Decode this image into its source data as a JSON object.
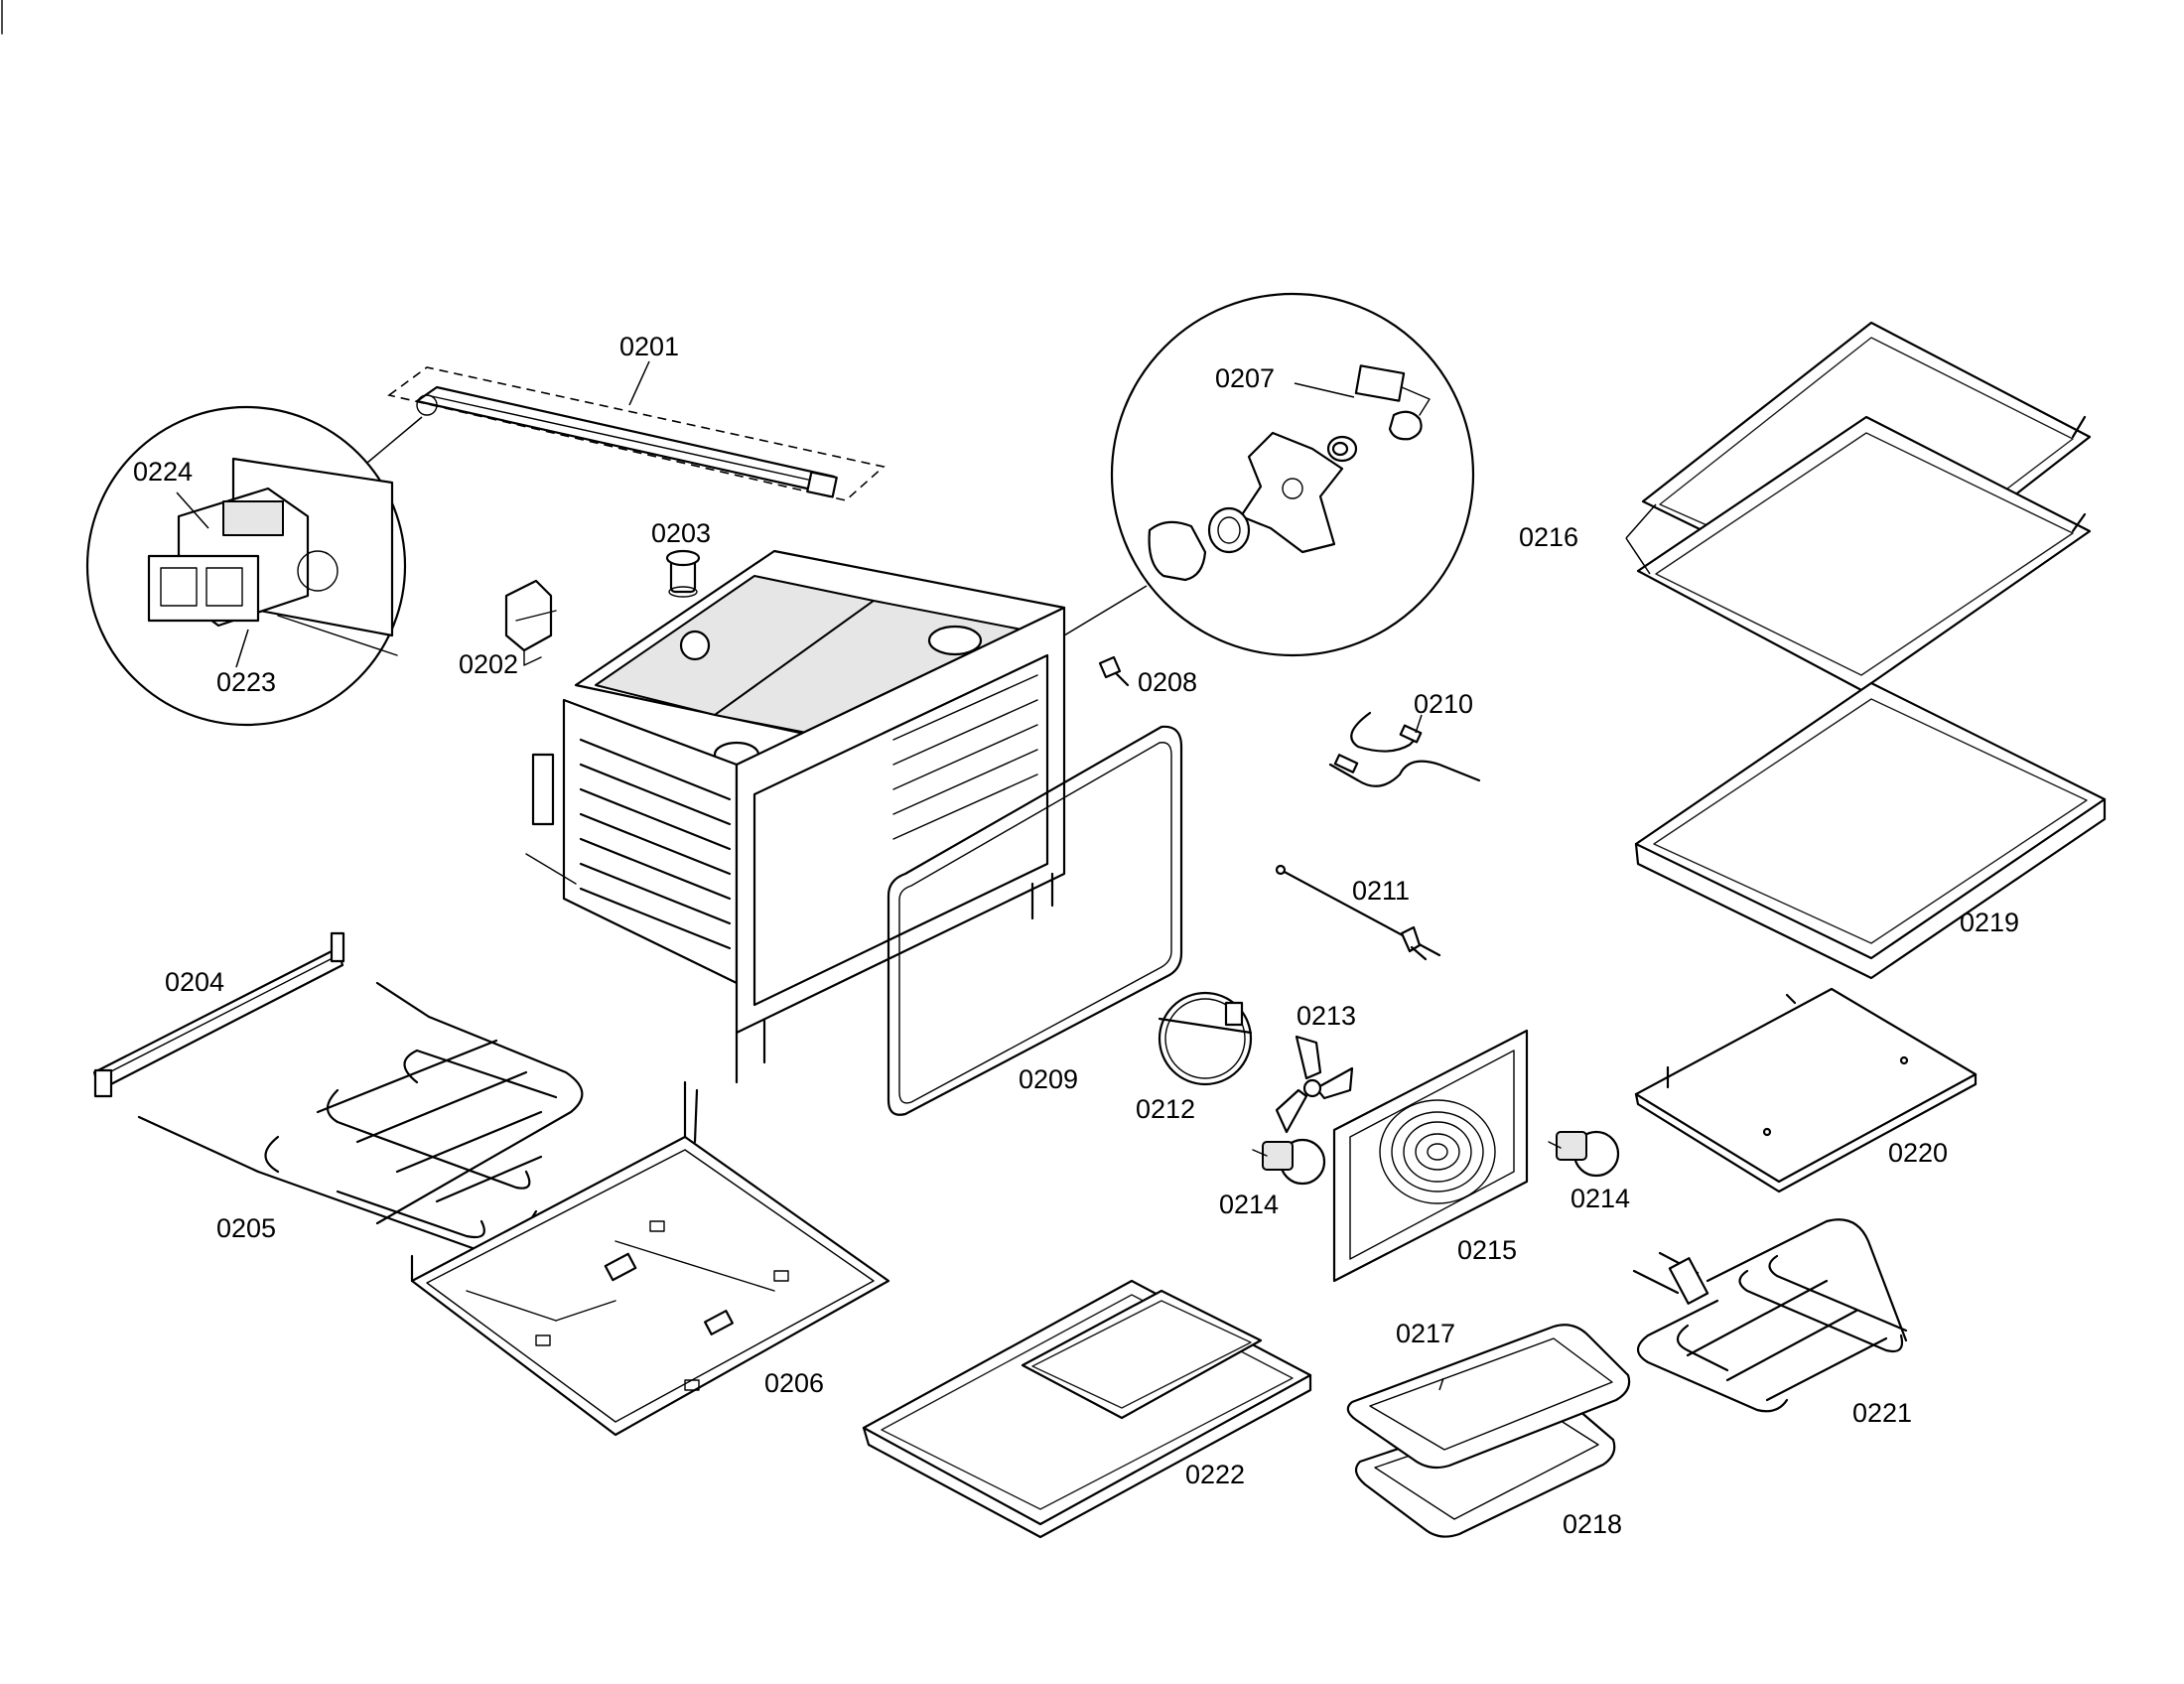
{
  "parts": [
    {
      "id": "p0201",
      "label": "0201",
      "icon": "thermostat-bracket-icon"
    },
    {
      "id": "p0202",
      "label": "0202",
      "icon": "clip-icon"
    },
    {
      "id": "p0203",
      "label": "0203",
      "icon": "plug-icon"
    },
    {
      "id": "p0204",
      "label": "0204",
      "icon": "rail-icon"
    },
    {
      "id": "p0205",
      "label": "0205",
      "icon": "bake-element-icon"
    },
    {
      "id": "p0206",
      "label": "0206",
      "icon": "bottom-panel-icon"
    },
    {
      "id": "p0207",
      "label": "0207",
      "icon": "lamp-socket-icon"
    },
    {
      "id": "p0208",
      "label": "0208",
      "icon": "screw-icon"
    },
    {
      "id": "p0209",
      "label": "0209",
      "icon": "door-gasket-icon"
    },
    {
      "id": "p0210",
      "label": "0210",
      "icon": "wire-harness-icon"
    },
    {
      "id": "p0211",
      "label": "0211",
      "icon": "temperature-sensor-icon"
    },
    {
      "id": "p0212",
      "label": "0212",
      "icon": "convection-element-icon"
    },
    {
      "id": "p0213",
      "label": "0213",
      "icon": "fan-blade-icon"
    },
    {
      "id": "p0214a",
      "label": "0214",
      "icon": "light-bulb-icon"
    },
    {
      "id": "p0214b",
      "label": "0214",
      "icon": "light-bulb-icon"
    },
    {
      "id": "p0215",
      "label": "0215",
      "icon": "convection-cover-icon"
    },
    {
      "id": "p0216",
      "label": "0216",
      "icon": "oven-rack-icon"
    },
    {
      "id": "p0217",
      "label": "0217",
      "icon": "broil-pan-grid-icon"
    },
    {
      "id": "p0218",
      "label": "0218",
      "icon": "broil-pan-icon"
    },
    {
      "id": "p0219",
      "label": "0219",
      "icon": "oven-rack-icon"
    },
    {
      "id": "p0220",
      "label": "0220",
      "icon": "tray-icon"
    },
    {
      "id": "p0221",
      "label": "0221",
      "icon": "broil-element-icon"
    },
    {
      "id": "p0222",
      "label": "0222",
      "icon": "split-rack-icon"
    },
    {
      "id": "p0223",
      "label": "0223",
      "icon": "terminal-block-icon"
    },
    {
      "id": "p0224",
      "label": "0224",
      "icon": "switch-icon"
    }
  ]
}
